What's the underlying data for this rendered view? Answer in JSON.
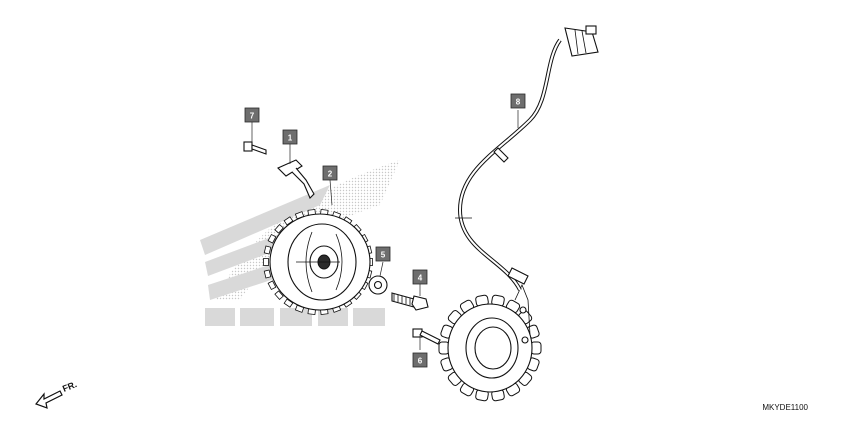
{
  "callouts": [
    {
      "id": "1",
      "label": "1"
    },
    {
      "id": "2",
      "label": "2"
    },
    {
      "id": "4",
      "label": "4"
    },
    {
      "id": "5",
      "label": "5"
    },
    {
      "id": "6",
      "label": "6"
    },
    {
      "id": "7",
      "label": "7"
    },
    {
      "id": "8",
      "label": "8"
    }
  ],
  "direction": {
    "label": "FR.",
    "icon": "forward-arrow-icon"
  },
  "diagram_code": "MKYDE1100",
  "colors": {
    "callout_fill": "#6e6e6e",
    "watermark": "#d9d9d9",
    "line": "#111111"
  }
}
